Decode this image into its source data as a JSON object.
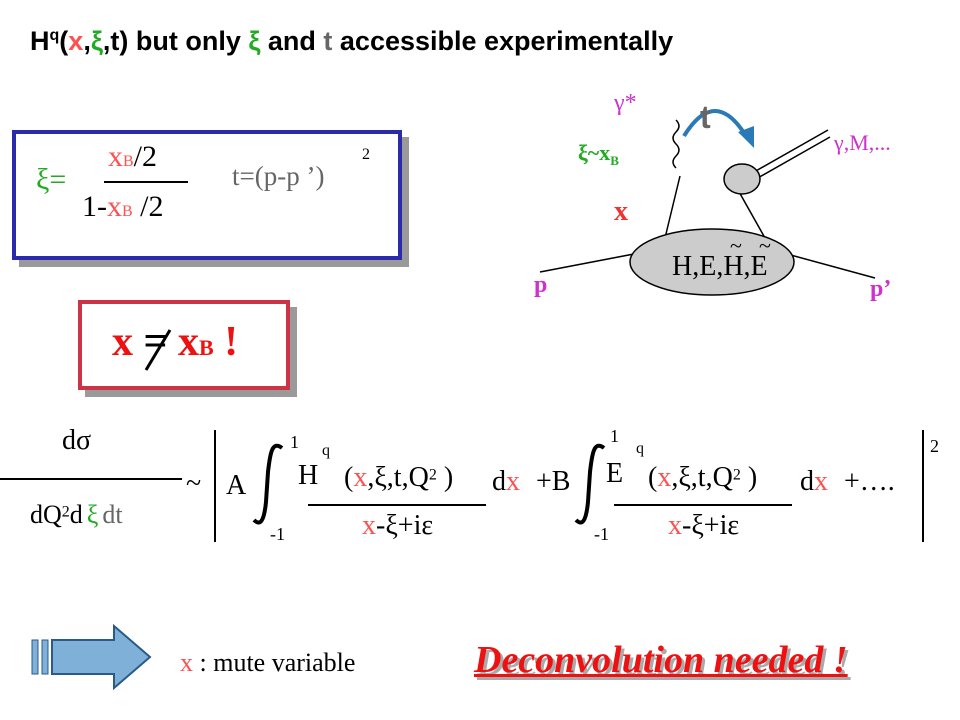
{
  "title": {
    "H": "H",
    "q": "q",
    "open": "(",
    "x": "x",
    "comma1": ",",
    "xi": "ξ",
    "comma2": ",",
    "t": "t",
    "close": ")",
    "text1": " but only ",
    "xi2": "ξ",
    "text2": " and ",
    "t2": "t",
    "text3": " accessible experimentally"
  },
  "xi_box": {
    "xi_eq": "ξ=",
    "num_x": "x",
    "num_B": "B",
    "num_rest": "/2",
    "den_1": "1-",
    "den_x": "x",
    "den_B": "B",
    "den_rest": " /2",
    "t_def": "t=(p-p ’)",
    "t_exp": "2"
  },
  "diagram": {
    "gamma_star": "γ*",
    "t_label": "t",
    "xi_xB": "ξ~x",
    "xi_xB_sub": "B",
    "gamma_M": "γ,M,...",
    "x_label": "x",
    "blob_text": "H,E,H,E",
    "p": "p",
    "p_prime": "p’"
  },
  "neq_box": {
    "x": "x",
    "xB": "x",
    "xB_sub": "B",
    "bang": " !"
  },
  "formula": {
    "dsigma": "dσ",
    "denom": "dQ",
    "denom_exp": "2",
    "denom_d": "d",
    "denom_xi": "ξ",
    "denom_dt": "dt",
    "tilde": "~",
    "A": "A",
    "upper1": "1",
    "lower1": "-1",
    "H": "H",
    "q1": "q",
    "args1_open": "(",
    "args1_x": "x",
    "args1_rest": ",ξ,t,Q",
    "args1_exp": "2",
    "args1_close": " )",
    "dx1_d": "d",
    "dx1_x": "x",
    "plusB": "+B",
    "den1_x": "x",
    "den1_rest": "-ξ+iε",
    "upper2": "1",
    "lower2": "-1",
    "E": "E",
    "q2": "q",
    "args2_open": "(",
    "args2_x": "x",
    "args2_rest": ",ξ,t,Q",
    "args2_exp": "2",
    "args2_close": " )",
    "dx2_d": "d",
    "dx2_x": "x",
    "plus_dots": "+….",
    "den2_x": "x",
    "den2_rest": "-ξ+iε",
    "sq_exp": "2"
  },
  "footer": {
    "mute_x": "x",
    "mute_text": " : mute variable",
    "deconvolution": "Deconvolution needed !"
  }
}
